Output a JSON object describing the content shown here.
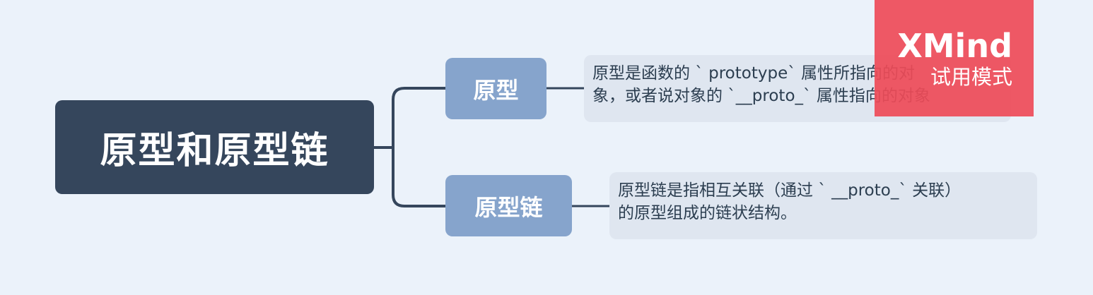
{
  "diagram": {
    "root": {
      "label": "原型和原型链"
    },
    "branches": [
      {
        "label": "原型",
        "note": {
          "line1": "原型是函数的 ` prototype` 属性所指向的对",
          "line2": "象，或者说对象的 `__proto_` 属性指向的对象"
        }
      },
      {
        "label": "原型链",
        "note": {
          "line1": "原型链是指相互关联（通过 ` __proto_` 关联）",
          "line2": "的原型组成的链状结构。"
        }
      }
    ]
  },
  "watermark": {
    "brand": "XMind",
    "mode": "试用模式"
  },
  "colors": {
    "background": "#ebf2fa",
    "root_fill": "#35465c",
    "branch_fill": "#86a4cc",
    "note_fill": "#dfe6f0",
    "connector": "#35465c",
    "watermark_fill": "#ee4b58"
  }
}
